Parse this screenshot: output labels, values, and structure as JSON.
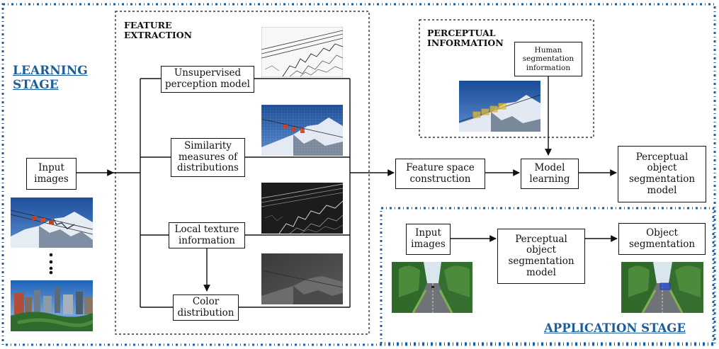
{
  "stages": {
    "learning": "LEARNING STAGE",
    "application": "APPLICATION STAGE"
  },
  "sections": {
    "feature_extraction": "FEATURE EXTRACTION",
    "perceptual_information": "PERCEPTUAL INFORMATION"
  },
  "nodes": {
    "input_images": "Input images",
    "unsupervised": "Unsupervised perception model",
    "similarity": "Similarity measures of distributions",
    "local_texture": "Local texture information",
    "color_distribution": "Color distribution",
    "human_segmentation": "Human segmentation information",
    "feature_space": "Feature space construction",
    "model_learning": "Model learning",
    "perceptual_model": "Perceptual object segmentation model",
    "app_input_images": "Input images",
    "app_perceptual_model": "Perceptual object segmentation model",
    "object_segmentation": "Object segmentation"
  },
  "colors": {
    "stage_blue": "#1b5e9e",
    "border_black": "#111111"
  },
  "images": [
    "ski-lift-photo",
    "city-park-photo",
    "edge-map-image",
    "grid-overlay-image",
    "texture-map-image",
    "color-distribution-image",
    "annotated-ski-lift-photo",
    "road-photo",
    "segmented-road-photo"
  ]
}
